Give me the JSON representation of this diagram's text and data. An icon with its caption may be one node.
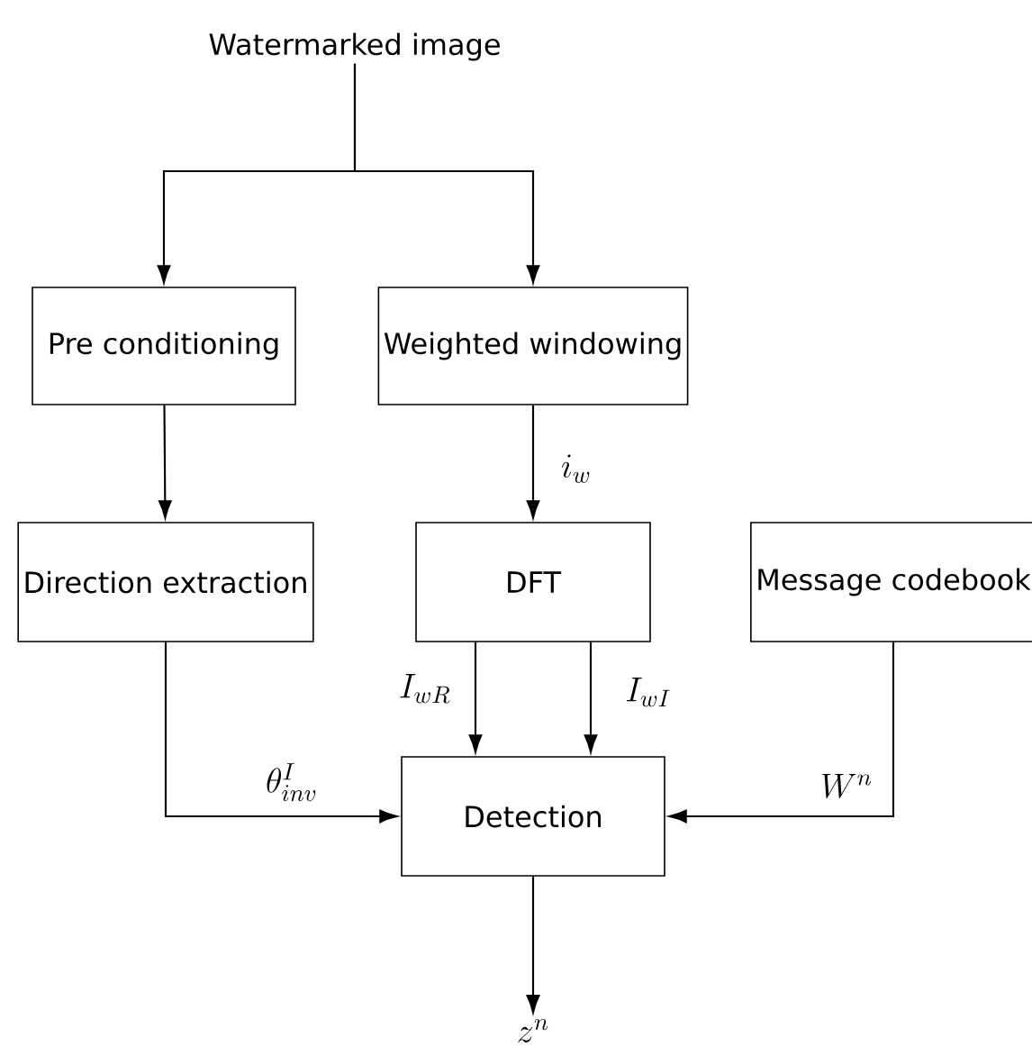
{
  "diagram": {
    "nodes": [
      {
        "text": [
          "Watermarked image"
        ]
      },
      {
        "text": [
          "Pre conditioning"
        ]
      },
      {
        "text": [
          "Weighted windowing"
        ]
      },
      {
        "text": [
          "Direction extraction"
        ]
      },
      {
        "text": [
          "DFT"
        ]
      },
      {
        "text": [
          "Message codebook"
        ]
      },
      {
        "text": [
          "Detection"
        ]
      },
      {
        "text": [
          "z^n"
        ]
      }
    ],
    "edges": [
      {
        "from": 0,
        "to": 1,
        "arrow": "to"
      },
      {
        "from": 0,
        "to": 2,
        "arrow": "to"
      },
      {
        "from": 1,
        "to": 3,
        "arrow": "to"
      },
      {
        "from": 2,
        "to": 4,
        "arrow": "to",
        "label": "i_w"
      },
      {
        "from": 3,
        "to": 6,
        "arrow": "to",
        "label": "\\theta^{I}_{inv}"
      },
      {
        "from": 4,
        "to": 6,
        "arrow": "to",
        "label": "I_{wR}"
      },
      {
        "from": 4,
        "to": 6,
        "arrow": "to",
        "label": "I_{wI}"
      },
      {
        "from": 5,
        "to": 6,
        "arrow": "to",
        "label": "W^n"
      },
      {
        "from": 6,
        "to": 7,
        "arrow": "to"
      }
    ]
  }
}
